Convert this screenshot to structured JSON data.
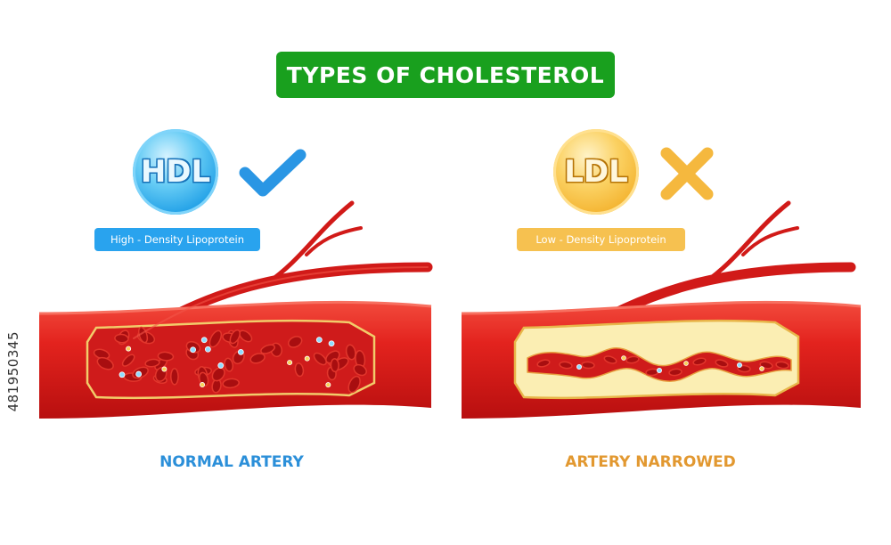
{
  "title": "TYPES OF CHOLESTEROL",
  "hdl": {
    "abbr": "HDL",
    "full_name": "High - Density Lipoprotein",
    "mark_icon": "check-mark-icon",
    "color": "#29a3ee",
    "artery_caption": "NORMAL ARTERY"
  },
  "ldl": {
    "abbr": "LDL",
    "full_name": "Low - Density Lipoprotein",
    "mark_icon": "cross-mark-icon",
    "color": "#f6c150",
    "artery_caption": "ARTERY NARROWED"
  },
  "colors": {
    "banner": "#19a01e",
    "artery": "#e3231e",
    "plaque": "#fbeeb3"
  },
  "watermark_id": "481950345"
}
